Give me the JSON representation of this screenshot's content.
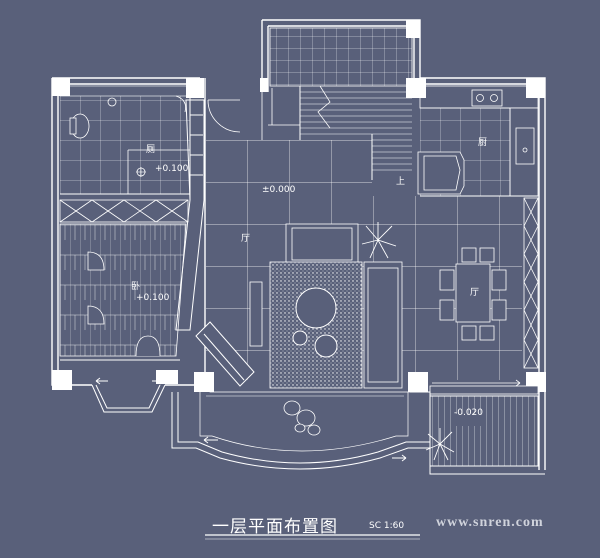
{
  "drawing": {
    "title": "一层平面布置图",
    "scale": "SC 1:60",
    "watermark": "www.snren.com"
  },
  "labels": {
    "bath_level": "+0.100",
    "living_level": "±0.000",
    "bedroom_level": "+0.100",
    "balcony_level": "-0.020",
    "bath_room": "厕",
    "living_room": "厅",
    "bedroom": "卧",
    "dining": "厅",
    "kitchen": "厨",
    "stair_note": "上"
  },
  "colors": {
    "background": "#59607a",
    "line": "#ffffff",
    "column": "#ffffff"
  }
}
